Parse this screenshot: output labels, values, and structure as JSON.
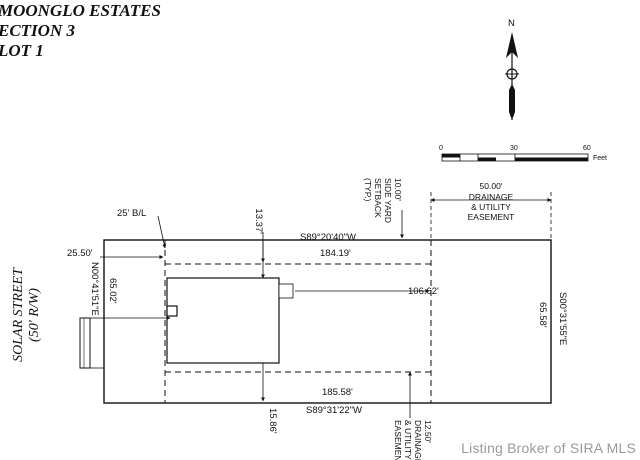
{
  "title": {
    "line1": "MOONGLO  ESTATES",
    "line2": "ECTION  3",
    "line3": "LOT  1"
  },
  "north_arrow": {
    "label": "N",
    "icon": "north-arrow-icon"
  },
  "scale_bar": {
    "ticks": [
      "0",
      "30",
      "60"
    ],
    "unit": "Feet"
  },
  "street": {
    "line1": "SOLAR STREET",
    "line2": "(50' R/W)"
  },
  "labels": {
    "building_line": "25' B/L",
    "setback_front": "25.50'",
    "setback_top": "13.37'",
    "bearing_top": "S89°20'40\"W",
    "dist_top_inner": "184.19'",
    "bearing_left": "N00°41'51\"E",
    "dist_left": "65.02'",
    "dist_house_to_easement": "106.62'",
    "bearing_right": "S00°31'55\"E",
    "dist_right": "65.58'",
    "dist_bottom_inner": "185.58'",
    "bearing_bottom": "S89°31'22\"W",
    "setback_bottom": "15.86'",
    "side_yard_setback": [
      "10.00'",
      "SIDE YARD",
      "SETBACK",
      "(TYP.)"
    ],
    "easement_50": [
      "50.00'",
      "DRAINAGE",
      "& UTILITY",
      "EASEMENT"
    ],
    "easement_12": [
      "12.50'",
      "DRAINAGE",
      "& UTILITY",
      "EASEMENT"
    ]
  },
  "watermark": "Listing Broker of SIRA MLS"
}
